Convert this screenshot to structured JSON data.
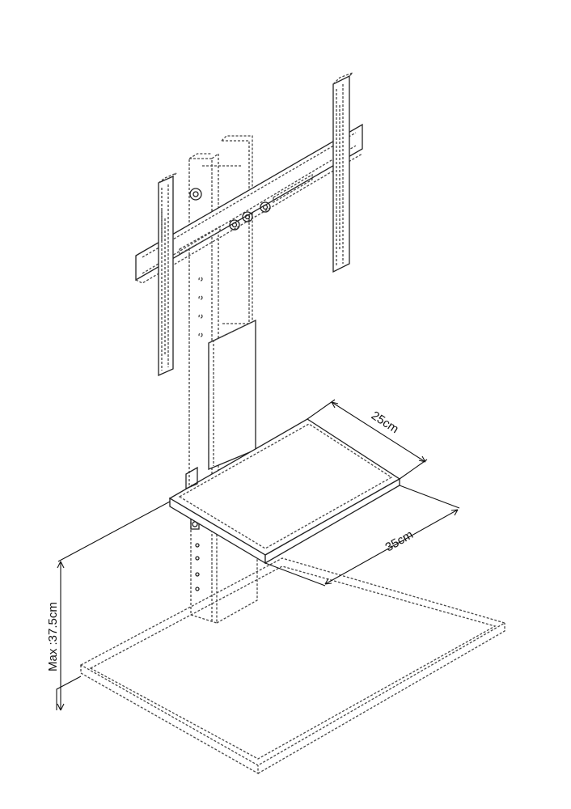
{
  "diagram": {
    "dimensions": {
      "shelf_depth": "25cm",
      "shelf_width": "35cm",
      "shelf_height": "Max :37.5cm"
    }
  }
}
